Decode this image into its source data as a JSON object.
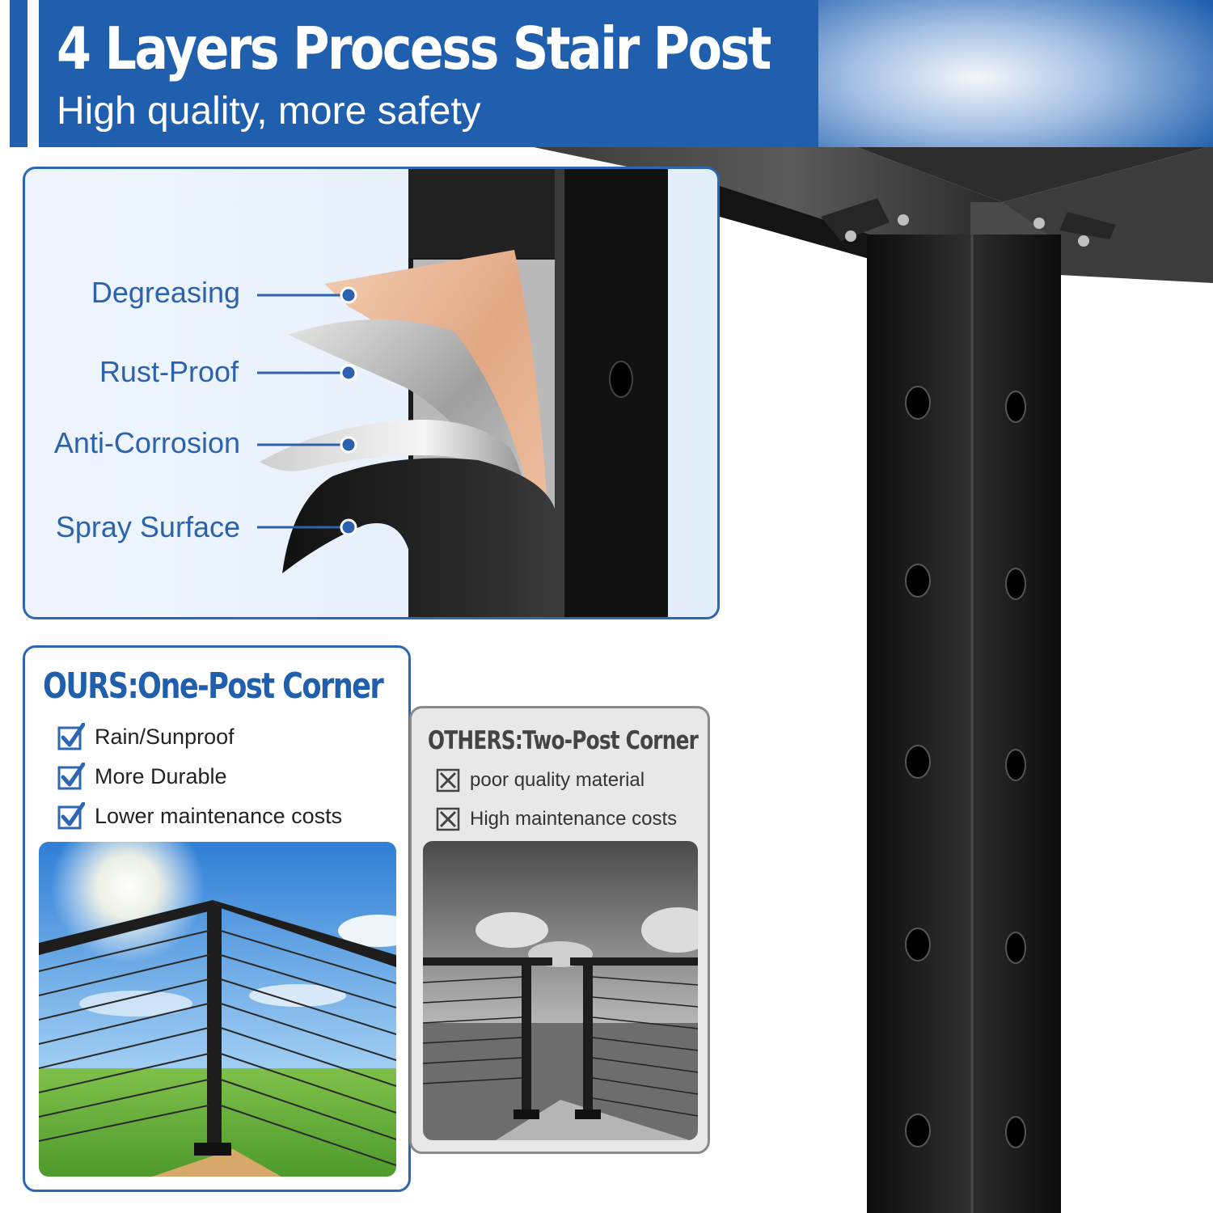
{
  "header": {
    "title": "4 Layers Process Stair Post",
    "subtitle": "High quality, more safety"
  },
  "layers": {
    "items": [
      {
        "label": "Degreasing"
      },
      {
        "label": "Rust-Proof"
      },
      {
        "label": "Anti-Corrosion"
      },
      {
        "label": "Spray Surface"
      }
    ]
  },
  "ours": {
    "title": "OURS:One-Post Corner",
    "features": [
      "Rain/Sunproof",
      "More Durable",
      "Lower maintenance costs"
    ]
  },
  "others": {
    "title": "OTHERS:Two-Post Corner",
    "drawbacks": [
      "poor quality material",
      "High maintenance costs"
    ]
  },
  "colors": {
    "brand_blue": "#1f5fae",
    "post_black": "#1a1a1a",
    "copper": "#e8b496",
    "check_blue": "#2d66b2"
  }
}
